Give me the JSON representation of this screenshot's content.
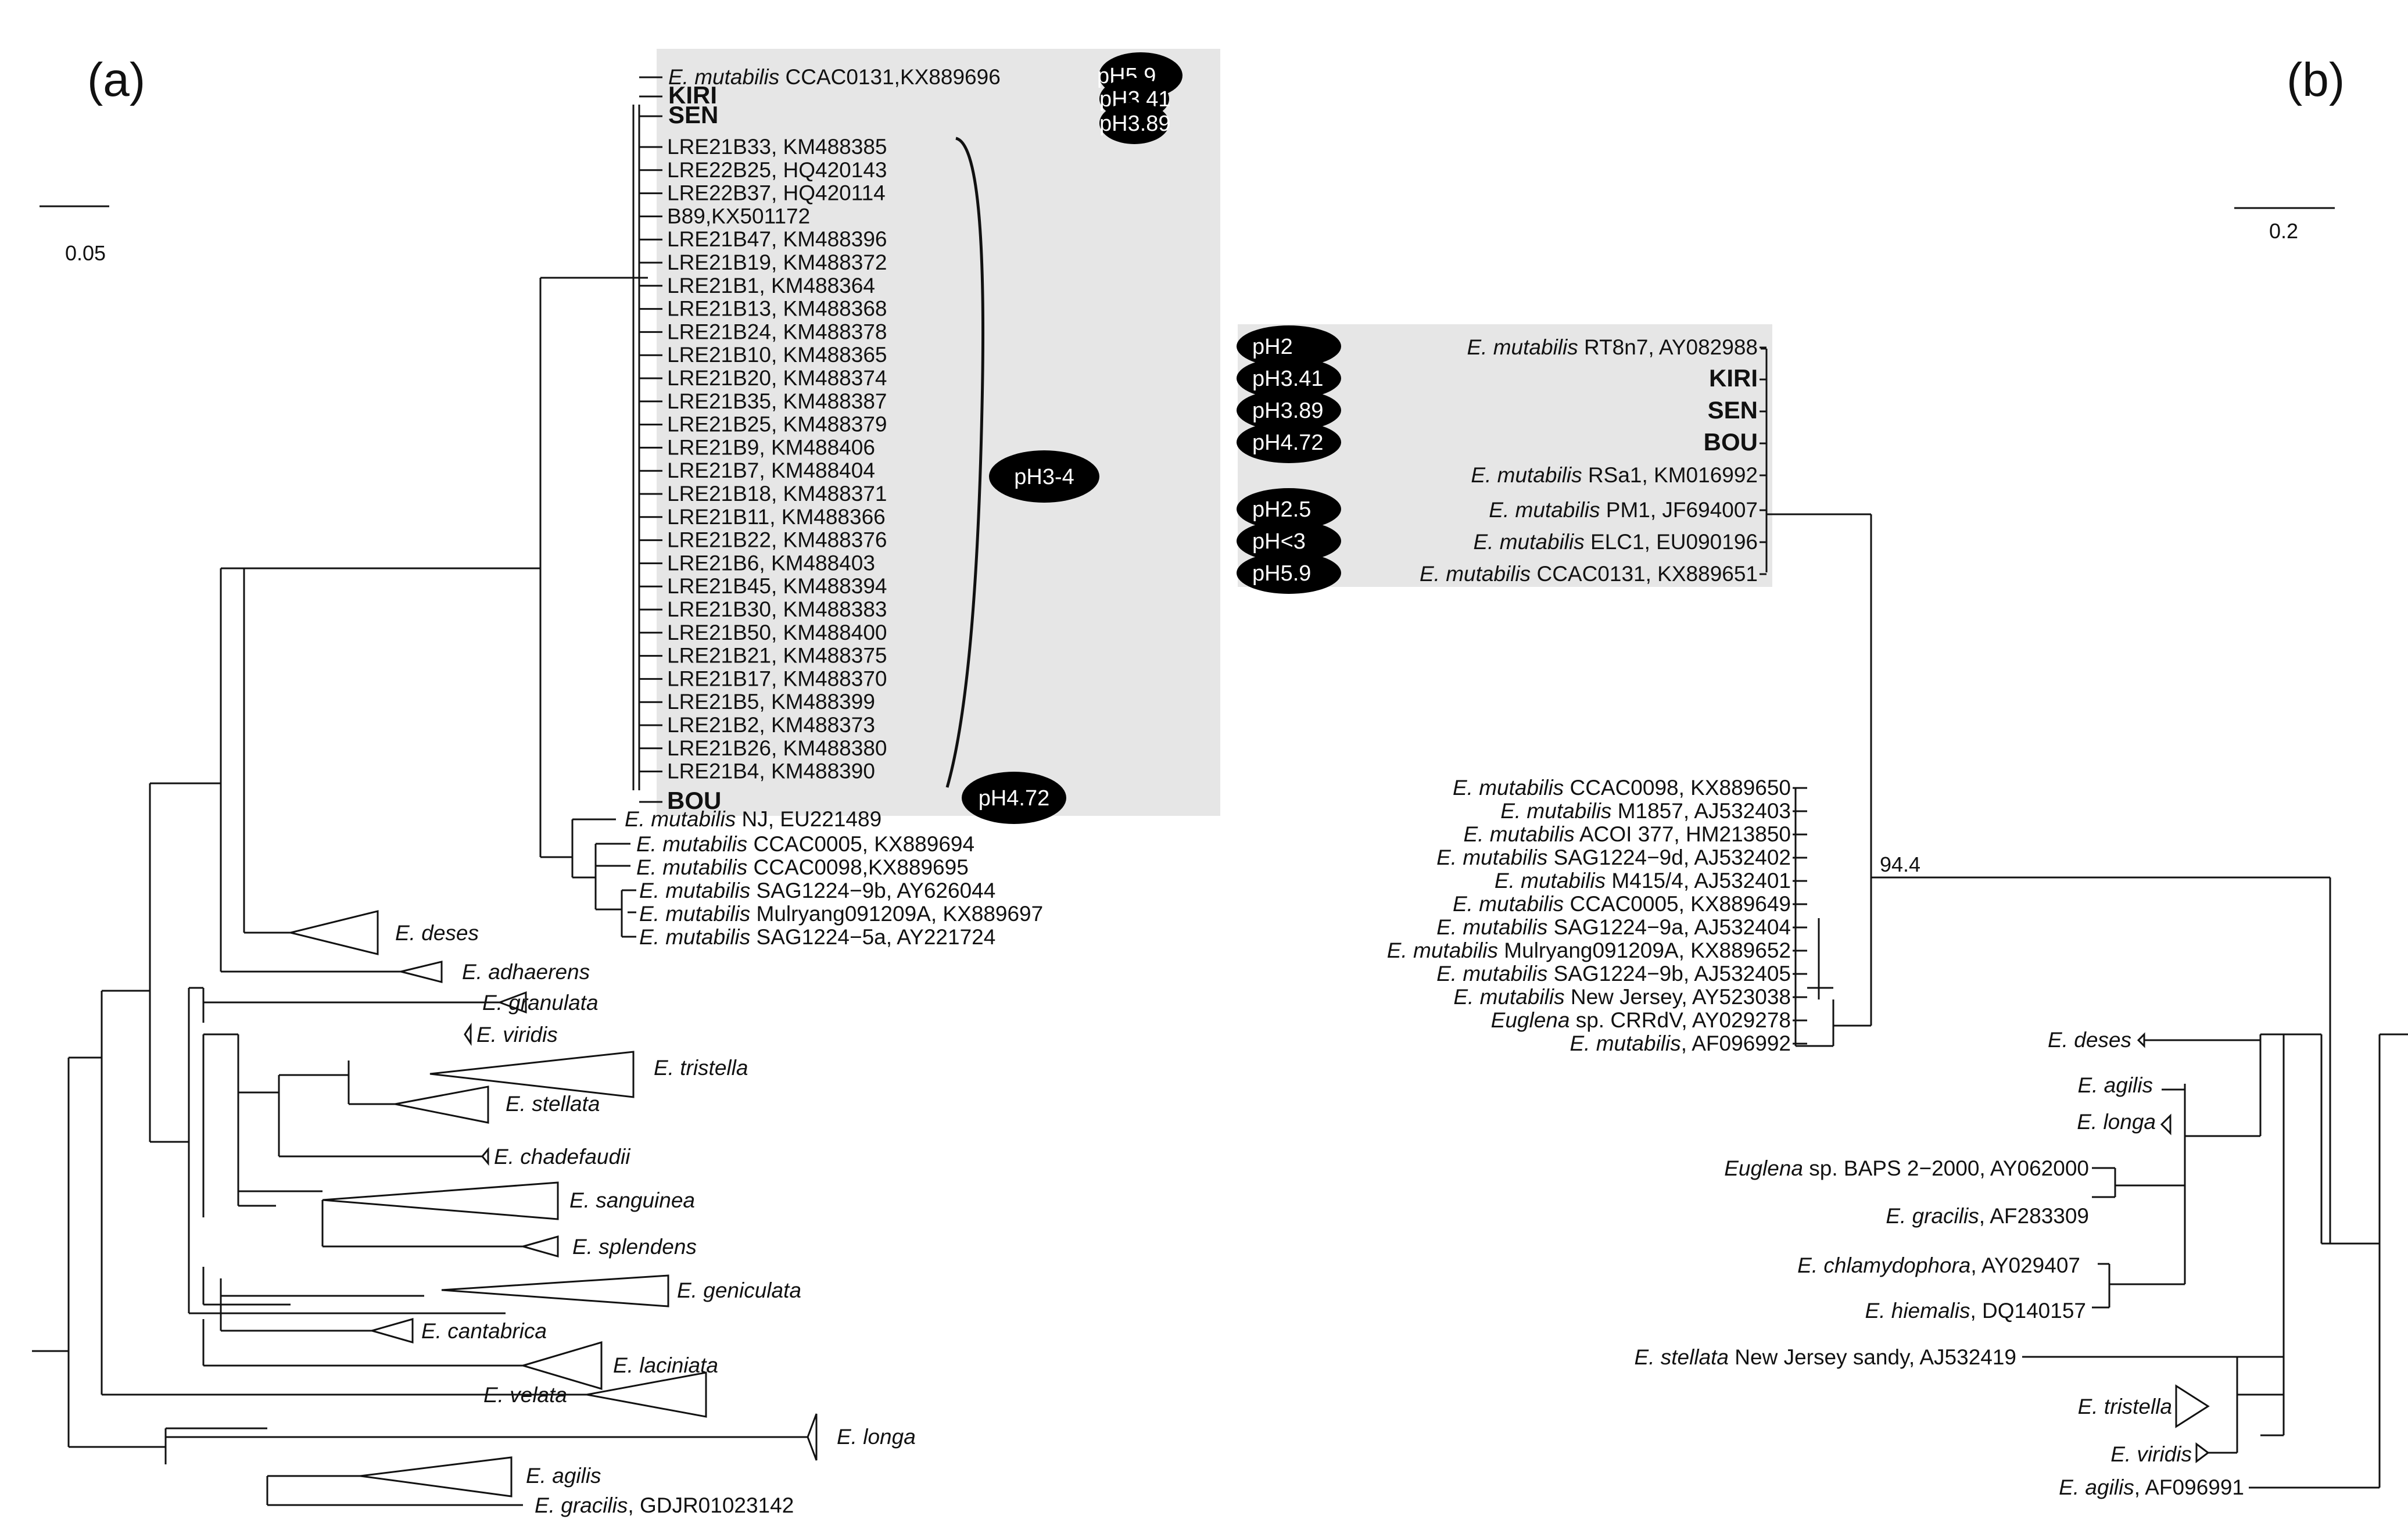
{
  "panels": {
    "a": "(a)",
    "b": "(b)"
  },
  "scale_a": {
    "label": "0.05"
  },
  "scale_b": {
    "label": "0.2"
  },
  "bootstrap_b": "94.4",
  "colors": {
    "shade": "#e6e6e6",
    "pill": "#000000",
    "branch": "#111111"
  },
  "tree_a": {
    "cluster_top": [
      {
        "italic": "E. mutabilis",
        "rest": " CCAC0131,KX889696",
        "ph": "pH5.9"
      },
      {
        "bold": "KIRI",
        "ph": "pH3.41"
      },
      {
        "bold": "SEN",
        "ph": "pH3.89"
      }
    ],
    "lre": [
      "LRE21B33, KM488385",
      "LRE22B25, HQ420143",
      "LRE22B37, HQ420114",
      "B89,KX501172",
      "LRE21B47, KM488396",
      "LRE21B19, KM488372",
      "LRE21B1, KM488364",
      "LRE21B13, KM488368",
      "LRE21B24, KM488378",
      "LRE21B10, KM488365",
      "LRE21B20, KM488374",
      "LRE21B35, KM488387",
      "LRE21B25, KM488379",
      "LRE21B9, KM488406",
      "LRE21B7, KM488404",
      "LRE21B18, KM488371",
      "LRE21B11, KM488366",
      "LRE21B22, KM488376",
      "LRE21B6, KM488403",
      "LRE21B45, KM488394",
      "LRE21B30, KM488383",
      "LRE21B50, KM488400",
      "LRE21B21, KM488375",
      "LRE21B17, KM488370",
      "LRE21B5, KM488399",
      "LRE21B2, KM488373",
      "LRE21B26, KM488380",
      "LRE21B4, KM488390"
    ],
    "lre_ph": "pH3-4",
    "bou": {
      "bold": "BOU",
      "ph": "pH4.72"
    },
    "sister": [
      {
        "italic": "E. mutabilis",
        "rest": " NJ, EU221489"
      },
      {
        "italic": "E. mutabilis",
        "rest": " CCAC0005, KX889694"
      },
      {
        "italic": "E. mutabilis",
        "rest": " CCAC0098,KX889695"
      },
      {
        "italic": "E. mutabilis",
        "rest": " SAG1224−9b, AY626044"
      },
      {
        "italic": "E. mutabilis",
        "rest": " Mulryang091209A, KX889697"
      },
      {
        "italic": "E. mutabilis",
        "rest": " SAG1224−5a, AY221724"
      }
    ],
    "collapsed": [
      {
        "italic": "E. deses",
        "rest": ""
      },
      {
        "italic": "E. adhaerens",
        "rest": ""
      },
      {
        "italic": "E. granulata",
        "rest": ""
      },
      {
        "italic": "E. viridis",
        "rest": ""
      },
      {
        "italic": "E. tristella",
        "rest": ""
      },
      {
        "italic": "E. stellata",
        "rest": ""
      },
      {
        "italic": "E. chadefaudii",
        "rest": ""
      },
      {
        "italic": "E. sanguinea",
        "rest": ""
      },
      {
        "italic": "E. splendens",
        "rest": ""
      },
      {
        "italic": "E. geniculata",
        "rest": ""
      },
      {
        "italic": "E. cantabrica",
        "rest": ""
      },
      {
        "italic": "E. laciniata",
        "rest": ""
      },
      {
        "italic": "E. velata",
        "rest": ""
      },
      {
        "italic": "E. longa",
        "rest": ""
      },
      {
        "italic": "E. agilis",
        "rest": ""
      },
      {
        "italic": "E. gracilis",
        "rest": ", GDJR01023142"
      }
    ]
  },
  "tree_b": {
    "cluster": [
      {
        "italic": "E. mutabilis",
        "rest": " RT8n7, AY082988",
        "ph": "pH2"
      },
      {
        "bold": "KIRI",
        "ph": "pH3.41"
      },
      {
        "bold": "SEN",
        "ph": "pH3.89"
      },
      {
        "bold": "BOU",
        "ph": "pH4.72"
      },
      {
        "italic": "E. mutabilis",
        "rest": " RSa1, KM016992"
      },
      {
        "italic": "E. mutabilis",
        "rest": " PM1, JF694007",
        "ph": "pH2.5"
      },
      {
        "italic": "E. mutabilis",
        "rest": " ELC1, EU090196",
        "ph": "pH<3"
      },
      {
        "italic": "E. mutabilis",
        "rest": " CCAC0131, KX889651",
        "ph": "pH5.9"
      }
    ],
    "mutabilis_group": [
      {
        "italic": "E. mutabilis",
        "rest": " CCAC0098, KX889650"
      },
      {
        "italic": "E. mutabilis",
        "rest": " M1857, AJ532403"
      },
      {
        "italic": "E. mutabilis",
        "rest": " ACOI 377, HM213850"
      },
      {
        "italic": "E. mutabilis",
        "rest": " SAG1224−9d, AJ532402"
      },
      {
        "italic": "E. mutabilis",
        "rest": " M415/4, AJ532401"
      },
      {
        "italic": "E. mutabilis",
        "rest": " CCAC0005, KX889649"
      },
      {
        "italic": "E. mutabilis",
        "rest": " SAG1224−9a, AJ532404"
      },
      {
        "italic": "E. mutabilis",
        "rest": " Mulryang091209A, KX889652"
      },
      {
        "italic": "E. mutabilis",
        "rest": " SAG1224−9b, AJ532405"
      },
      {
        "italic": "E. mutabilis",
        "rest": " New Jersey, AY523038"
      },
      {
        "italic": "Euglena",
        "rest": " sp. CRRdV, AY029278"
      },
      {
        "italic": "E. mutabilis",
        "rest": ", AF096992"
      }
    ],
    "others": [
      {
        "italic": "E. deses",
        "rest": ""
      },
      {
        "italic": "E. agilis",
        "rest": ""
      },
      {
        "italic": "E. longa",
        "rest": ""
      },
      {
        "italic": "Euglena",
        "rest": " sp. BAPS 2−2000, AY062000"
      },
      {
        "italic": "E. gracilis",
        "rest": ", AF283309"
      },
      {
        "italic": "E. chlamydophora",
        "rest": ", AY029407"
      },
      {
        "italic": "E. hiemalis",
        "rest": ", DQ140157"
      },
      {
        "italic": "E. stellata",
        "rest": " New Jersey sandy, AJ532419"
      },
      {
        "italic": "E. tristella",
        "rest": ""
      },
      {
        "italic": "E. viridis",
        "rest": ""
      },
      {
        "italic": "E. agilis",
        "rest": ", AF096991"
      }
    ]
  }
}
